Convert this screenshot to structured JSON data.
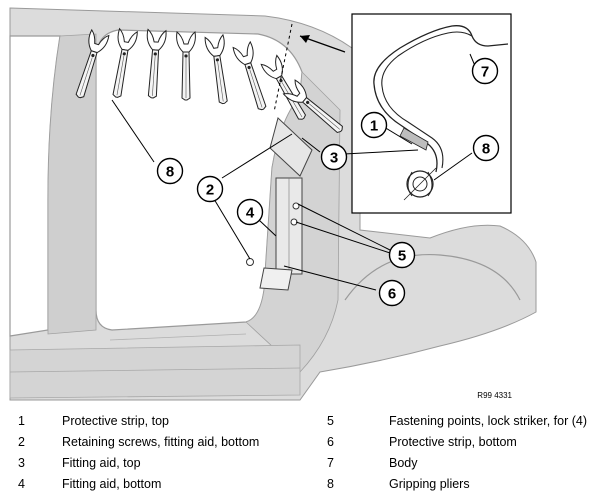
{
  "diagram": {
    "reference_code": "R99 4331",
    "callouts": [
      "1",
      "2",
      "3",
      "4",
      "5",
      "6",
      "7",
      "8",
      "8"
    ]
  },
  "legend": [
    {
      "num": "1",
      "label": "Protective strip, top"
    },
    {
      "num": "2",
      "label": "Retaining screws, fitting aid, bottom"
    },
    {
      "num": "3",
      "label": "Fitting aid, top"
    },
    {
      "num": "4",
      "label": "Fitting aid, bottom"
    },
    {
      "num": "5",
      "label": "Fastening points, lock striker, for (4)"
    },
    {
      "num": "6",
      "label": "Protective strip, bottom"
    },
    {
      "num": "7",
      "label": "Body"
    },
    {
      "num": "8",
      "label": "Gripping pliers"
    }
  ]
}
